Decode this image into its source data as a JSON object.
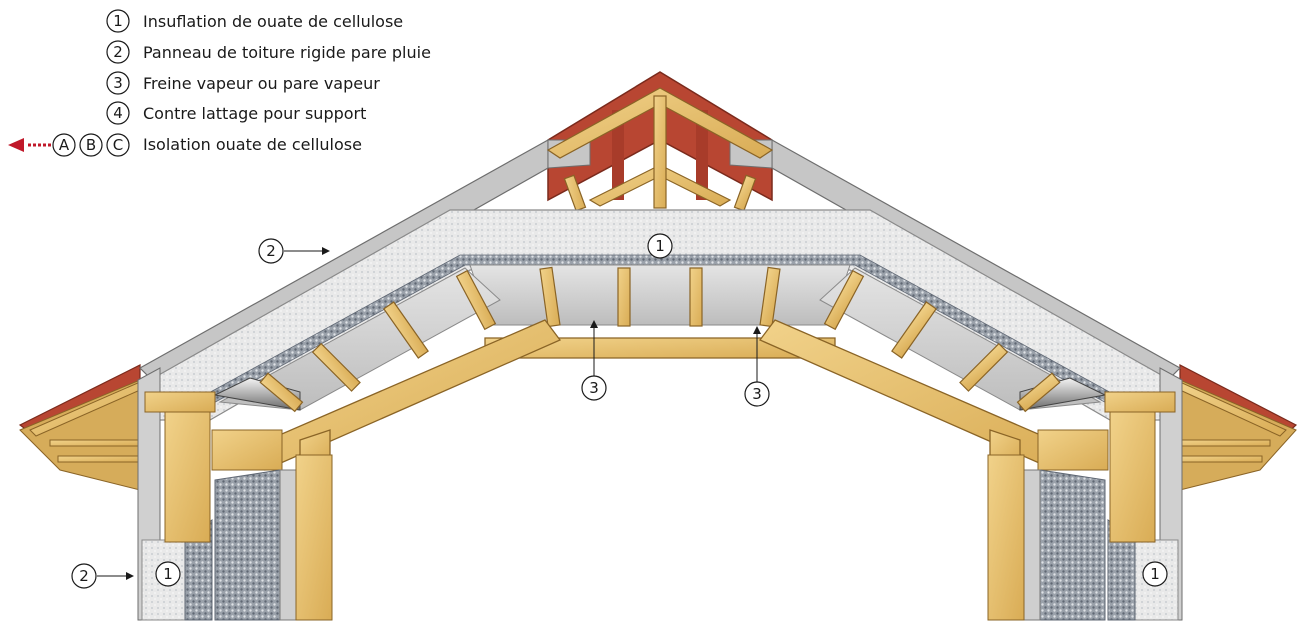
{
  "legend": {
    "items": [
      {
        "marker": "1",
        "text": "Insuflation de ouate de cellulose"
      },
      {
        "marker": "2",
        "text": "Panneau de toiture rigide pare pluie"
      },
      {
        "marker": "3",
        "text": "Freine vapeur ou pare vapeur"
      },
      {
        "marker": "4",
        "text": "Contre lattage pour support"
      }
    ],
    "abc": {
      "markers": [
        "A",
        "B",
        "C"
      ],
      "text": "Isolation ouate de cellulose"
    }
  },
  "callouts": {
    "roof_insulation": "1",
    "roof_panel": "2",
    "wall_panel": "2",
    "vapor_left": "3",
    "vapor_right": "3",
    "wall_left": "1",
    "wall_right": "1"
  },
  "colors": {
    "tile_red": "#b84632",
    "wood": "#e8c270",
    "wood_dark": "#b98a3c",
    "cellulose": "#e6e6e6",
    "insulation_dots": "#7a8390",
    "panel_grey": "#c8c8c8",
    "arrow_red": "#c0182a"
  }
}
